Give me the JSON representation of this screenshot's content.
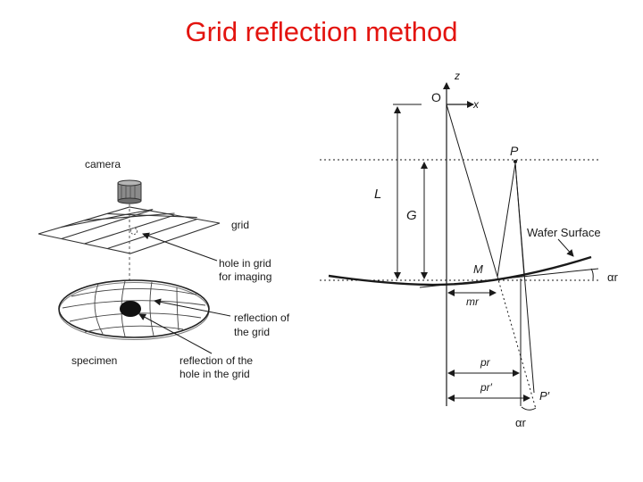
{
  "title": "Grid reflection method",
  "left_diagram": {
    "camera_label": "camera",
    "grid_label": "grid",
    "hole_label_line1": "hole in grid",
    "hole_label_line2": "for imaging",
    "reflection_grid_line1": "reflection of",
    "reflection_grid_line2": "the grid",
    "specimen_label": "specimen",
    "reflection_hole_line1": "reflection of the",
    "reflection_hole_line2": "hole in the grid"
  },
  "right_diagram": {
    "z_axis": "z",
    "x_axis": "x",
    "origin": "O",
    "point_p": "P",
    "L": "L",
    "G": "G",
    "wafer_surface": "Wafer Surface",
    "point_m": "M",
    "alpha_r": "αr",
    "m_r": "mr",
    "p_r": "pr",
    "p_r_prime": "pr′",
    "point_p_prime": "P′",
    "alpha_r_bottom": "αr"
  },
  "colors": {
    "title": "#e3140f",
    "ink": "#1a1a1a"
  }
}
